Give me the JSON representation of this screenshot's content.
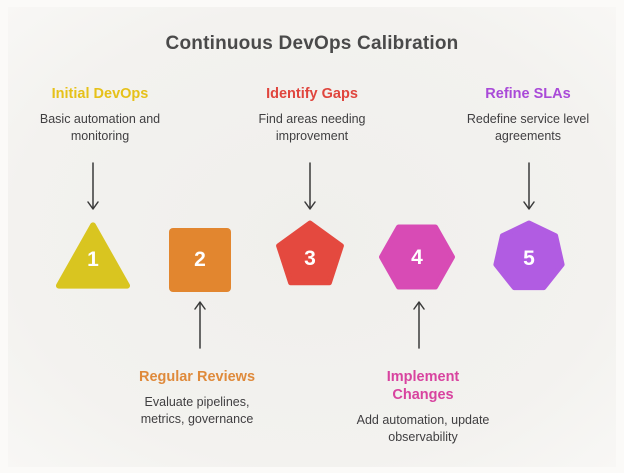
{
  "title": "Continuous DevOps Calibration",
  "colors": {
    "title_text": "#4a4a4a",
    "body_text": "#403f41",
    "arrow": "#3a3a3a",
    "canvas_background": "#f2f1ee"
  },
  "steps": [
    {
      "num": "1",
      "name": "Initial DevOps",
      "desc": "Basic automation and monitoring",
      "shape": "triangle",
      "label_position": "top",
      "shape_color": "#d9c520",
      "label_color": "#e6c119"
    },
    {
      "num": "2",
      "name": "Regular Reviews",
      "desc": "Evaluate pipelines, metrics, governance",
      "shape": "square",
      "label_position": "bottom",
      "shape_color": "#e2862f",
      "label_color": "#df8a3b"
    },
    {
      "num": "3",
      "name": "Identify Gaps",
      "desc": "Find areas needing improvement",
      "shape": "pentagon",
      "label_position": "top",
      "shape_color": "#e4493f",
      "label_color": "#e0453d"
    },
    {
      "num": "4",
      "name": "Implement Changes",
      "desc": "Add automation, update observability",
      "shape": "hexagon",
      "label_position": "bottom",
      "shape_color": "#d84bb5",
      "label_color": "#d8439f"
    },
    {
      "num": "5",
      "name": "Refine SLAs",
      "desc": "Redefine service level agreements",
      "shape": "heptagon",
      "label_position": "top",
      "shape_color": "#b15ce2",
      "label_color": "#a94ad8"
    }
  ]
}
